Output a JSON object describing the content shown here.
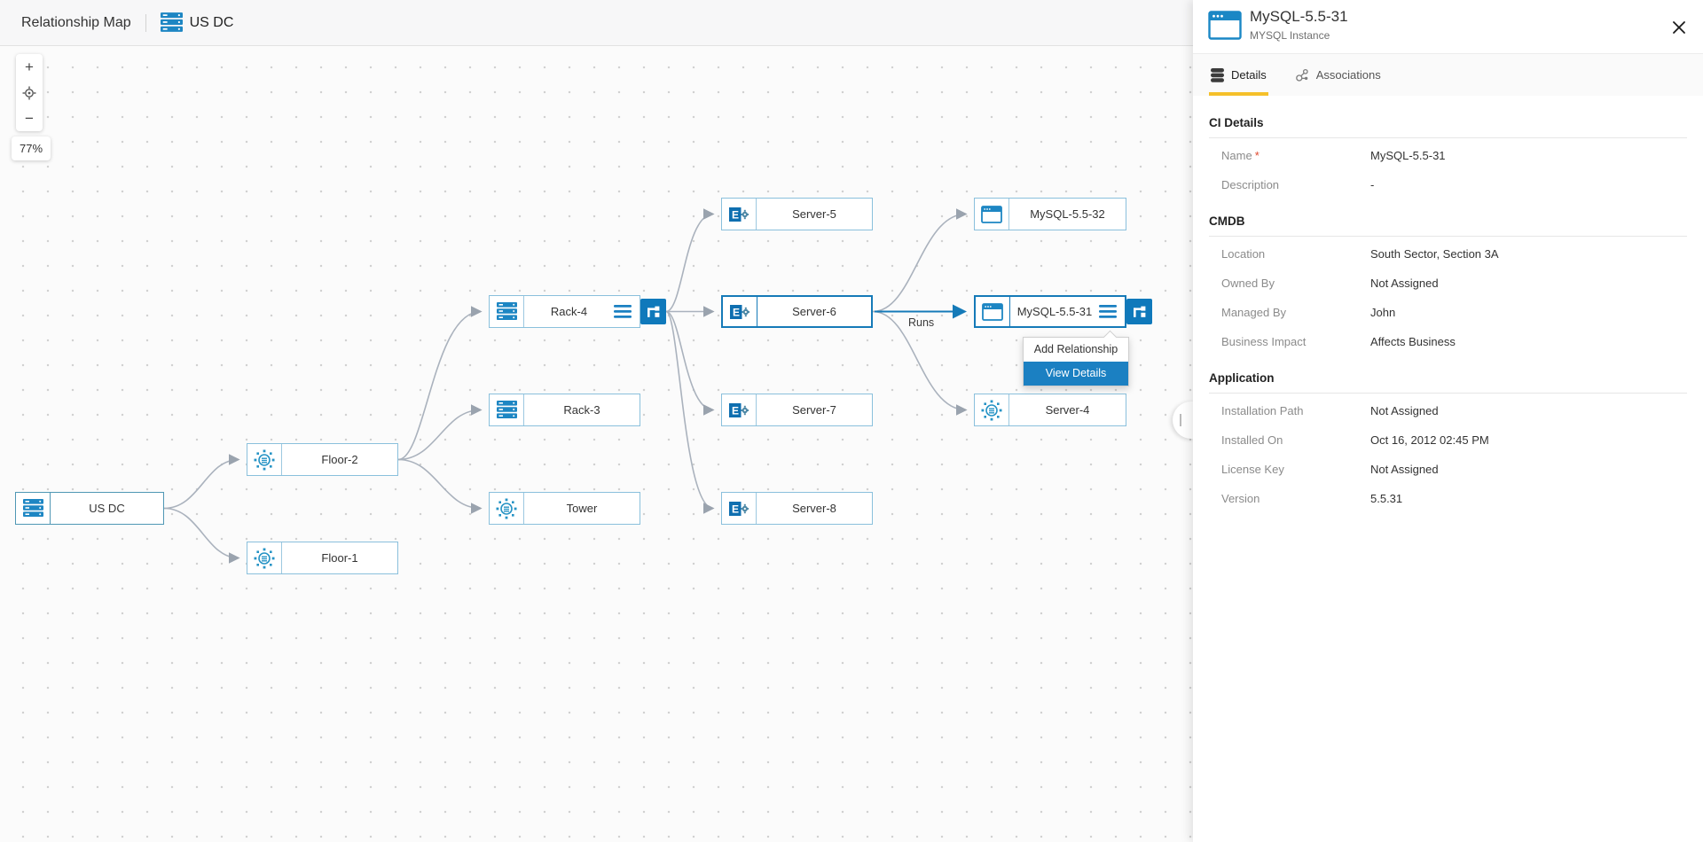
{
  "header": {
    "title": "Relationship Map",
    "entity": "US DC"
  },
  "zoom_controls": {
    "zoom_in": "+",
    "zoom_out": "−",
    "zoom_level": "77%"
  },
  "canvas": {
    "nodes": [
      {
        "id": "us-dc",
        "label": "US DC",
        "icon": "rack-icon"
      },
      {
        "id": "floor-2",
        "label": "Floor-2",
        "icon": "vm-icon"
      },
      {
        "id": "floor-1",
        "label": "Floor-1",
        "icon": "vm-icon"
      },
      {
        "id": "rack-4",
        "label": "Rack-4",
        "icon": "rack-icon"
      },
      {
        "id": "rack-3",
        "label": "Rack-3",
        "icon": "rack-icon"
      },
      {
        "id": "tower",
        "label": "Tower",
        "icon": "vm-icon"
      },
      {
        "id": "server-5",
        "label": "Server-5",
        "icon": "server-icon"
      },
      {
        "id": "server-6",
        "label": "Server-6",
        "icon": "server-icon"
      },
      {
        "id": "server-7",
        "label": "Server-7",
        "icon": "server-icon"
      },
      {
        "id": "server-8",
        "label": "Server-8",
        "icon": "server-icon"
      },
      {
        "id": "mysql-5-5-32",
        "label": "MySQL-5.5-32",
        "icon": "window-icon"
      },
      {
        "id": "mysql-5-5-31",
        "label": "MySQL-5.5-31",
        "icon": "window-icon"
      },
      {
        "id": "server-4",
        "label": "Server-4",
        "icon": "vm-icon"
      }
    ],
    "edge_label": "Runs",
    "context_menu": {
      "items": [
        {
          "label": "Add Relationship",
          "selected": false
        },
        {
          "label": "View Details",
          "selected": true
        }
      ]
    }
  },
  "panel": {
    "title": "MySQL-5.5-31",
    "subtitle": "MYSQL Instance",
    "required_marker": "*",
    "tabs": [
      {
        "label": "Details",
        "icon": "database-icon",
        "active": true
      },
      {
        "label": "Associations",
        "icon": "associations-icon",
        "active": false
      }
    ],
    "sections": [
      {
        "heading": "CI Details",
        "rows": [
          {
            "label": "Name",
            "required": true,
            "value": "MySQL-5.5-31"
          },
          {
            "label": "Description",
            "value": "-"
          }
        ]
      },
      {
        "heading": "CMDB",
        "rows": [
          {
            "label": "Location",
            "value": "South Sector, Section 3A"
          },
          {
            "label": "Owned By",
            "value": "Not Assigned"
          },
          {
            "label": "Managed By",
            "value": "John"
          },
          {
            "label": "Business Impact",
            "value": "Affects Business"
          }
        ]
      },
      {
        "heading": "Application",
        "rows": [
          {
            "label": "Installation Path",
            "value": "Not Assigned"
          },
          {
            "label": "Installed On",
            "value": "Oct 16, 2012 02:45 PM"
          },
          {
            "label": "License Key",
            "value": "Not Assigned"
          },
          {
            "label": "Version",
            "value": "5.5.31"
          }
        ]
      }
    ]
  },
  "colors": {
    "accent_blue": "#1178ba",
    "selection_blue": "#1b80c2",
    "tab_underline": "#f5c02a",
    "edge_grey": "#9aa3ae",
    "node_border": "#8ac0dc",
    "required": "#e0492f"
  }
}
